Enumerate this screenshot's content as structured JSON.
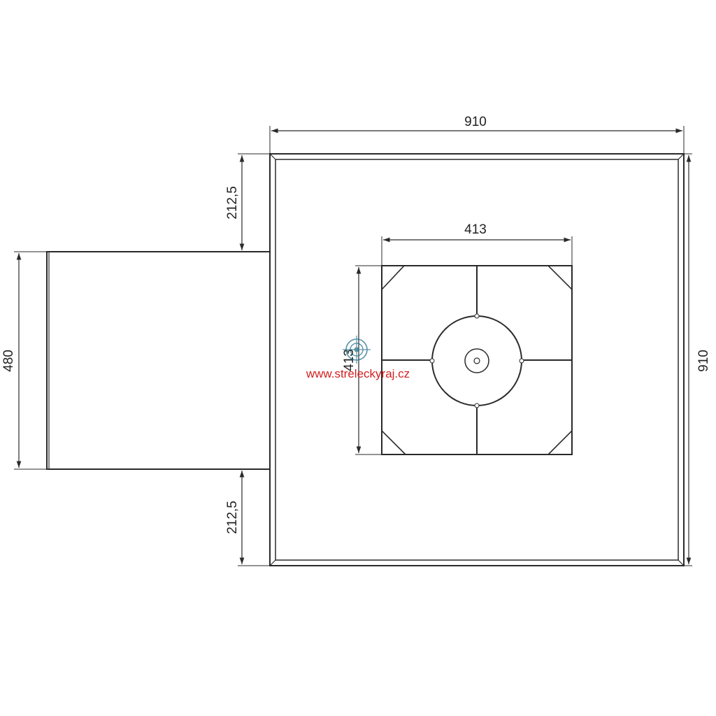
{
  "dimensions": {
    "overall_width": "910",
    "overall_height": "910",
    "inner_width": "413",
    "inner_height": "413",
    "side_height": "480",
    "upper_offset": "212,5",
    "lower_offset": "212,5"
  },
  "watermark": {
    "text": "www.streleckyraj.cz",
    "icon": "target-crosshair-icon",
    "color": "#d32020"
  },
  "colors": {
    "line": "#2a2a2a",
    "background": "#ffffff"
  }
}
